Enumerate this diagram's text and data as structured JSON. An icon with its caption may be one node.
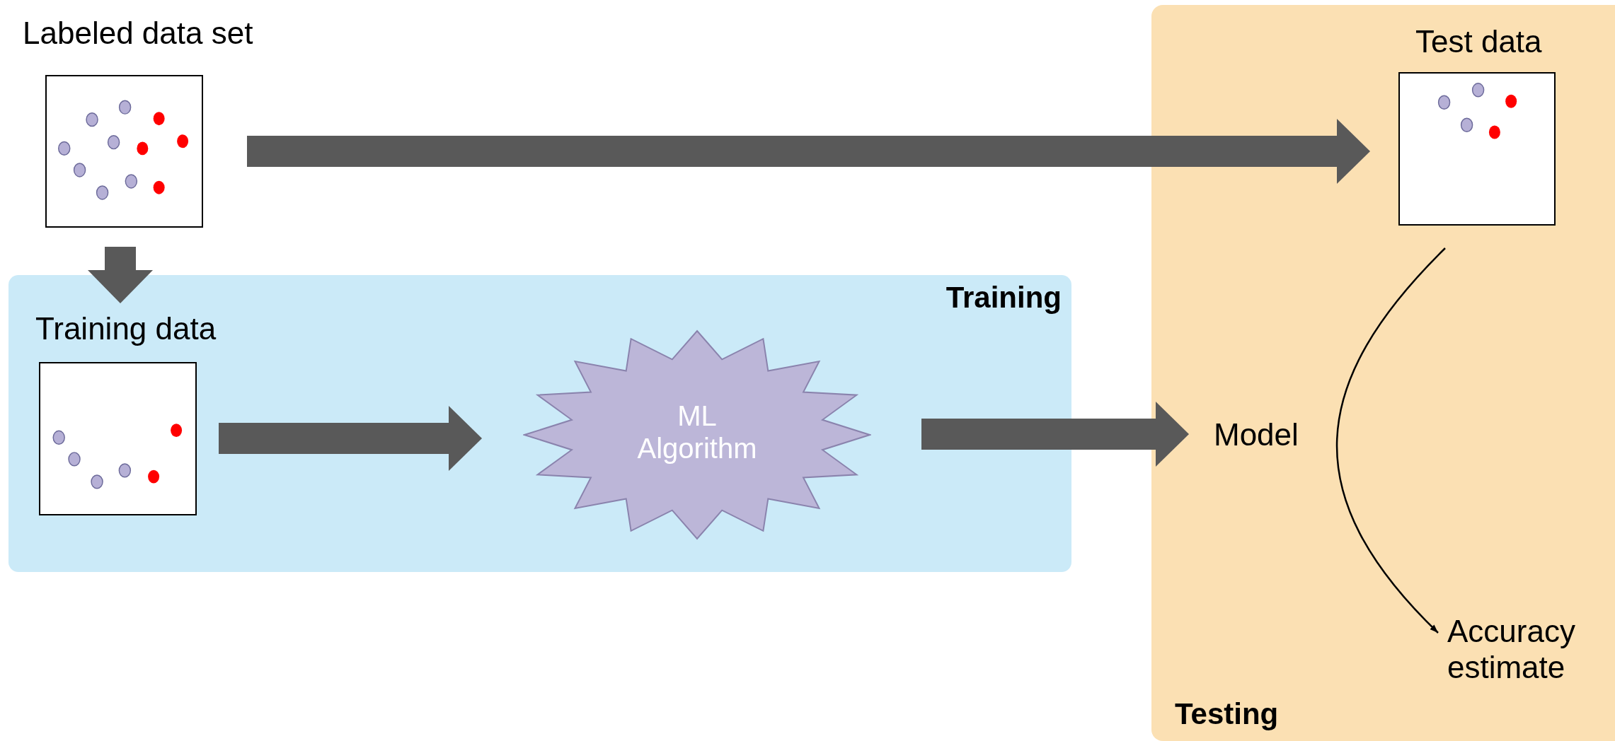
{
  "diagram": {
    "nodes": [
      {
        "text": [
          "Testing"
        ]
      },
      {
        "text": [
          "Training"
        ]
      },
      {
        "text": [
          "Labeled data set"
        ]
      },
      {
        "text": [
          "Test data"
        ],
        "in": 0
      },
      {
        "text": [
          "Training data"
        ],
        "in": 1
      },
      {
        "text": [
          "ML Algorithm"
        ],
        "in": 1
      },
      {
        "text": [
          "Model"
        ],
        "in": 0
      },
      {
        "text": [
          "Accuracy estimate"
        ],
        "in": 0
      }
    ],
    "edges": [
      {
        "from": 2,
        "to": 3,
        "arrow": "to"
      },
      {
        "from": 2,
        "to": 4,
        "arrow": "to"
      },
      {
        "from": 4,
        "to": 5,
        "arrow": "to"
      },
      {
        "from": 5,
        "to": 6,
        "arrow": "to"
      },
      {
        "from": 3,
        "to": 7,
        "arrow": "to",
        "color": "#000000"
      }
    ]
  }
}
